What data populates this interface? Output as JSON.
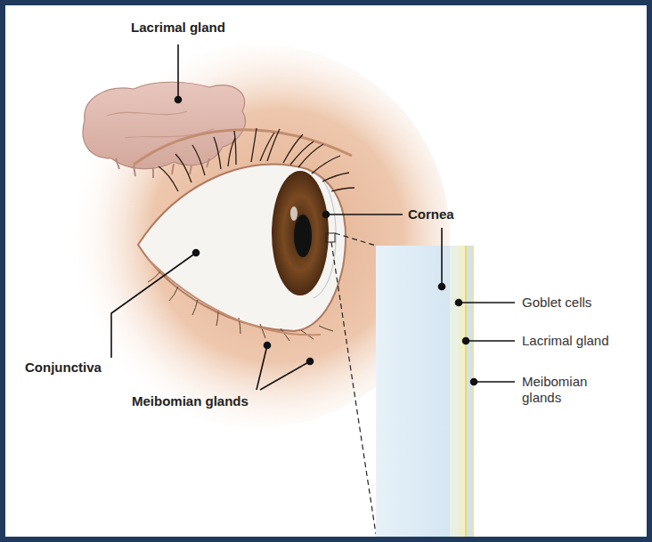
{
  "diagram": {
    "labels": [
      "Lacrimal gland",
      "Cornea",
      "Goblet cells",
      "Lacrimal gland",
      "Meibomian glands",
      "Conjunctiva",
      "Meibomian glands"
    ]
  }
}
